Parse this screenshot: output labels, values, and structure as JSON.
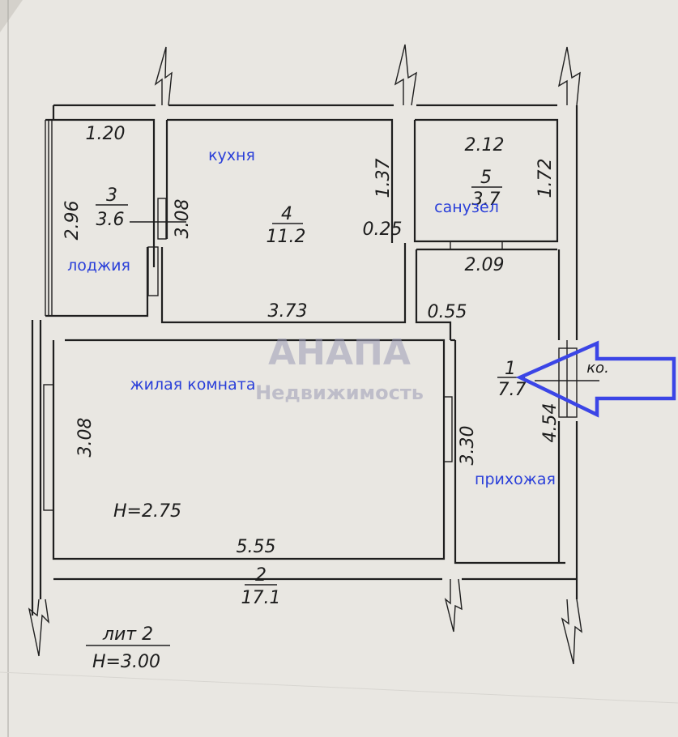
{
  "colors": {
    "paper": "#e9e7e2",
    "line": "#1f1f1f",
    "label": "#2a3fd9",
    "arrow": "#3b45e6",
    "watermark": "#9a9ab4"
  },
  "rooms": [
    {
      "id": "1",
      "num": "1",
      "area": "7.7",
      "label": "прихожая"
    },
    {
      "id": "2",
      "num": "2",
      "area": "17.1",
      "label": "жилая комната"
    },
    {
      "id": "3",
      "num": "3",
      "area": "3.6",
      "label": "лоджия"
    },
    {
      "id": "4",
      "num": "4",
      "area": "11.2",
      "label": "кухня"
    },
    {
      "id": "5",
      "num": "5",
      "area": "3.7",
      "label": "санузел"
    }
  ],
  "dimensions": {
    "loggia_width": "1.20",
    "loggia_length": "2.96",
    "kitchen_left": "3.08",
    "kitchen_right_upper": "1.37",
    "kitchen_right_lower": "0.25",
    "kitchen_bottom": "3.73",
    "bath_top": "2.12",
    "bath_right": "1.72",
    "hall_top": "2.09",
    "hall_step": "0.55",
    "hall_right": "4.54",
    "living_left": "3.08",
    "living_right": "3.30",
    "living_bottom": "5.55"
  },
  "living_height": "H=2.75",
  "litera": "лит 2",
  "total_height": "H=3.00",
  "corridor_label": "ко.",
  "watermark": {
    "line1": "АНАПА",
    "line2": "Недвижимость"
  },
  "entrance_arrow": "arrow-icon"
}
